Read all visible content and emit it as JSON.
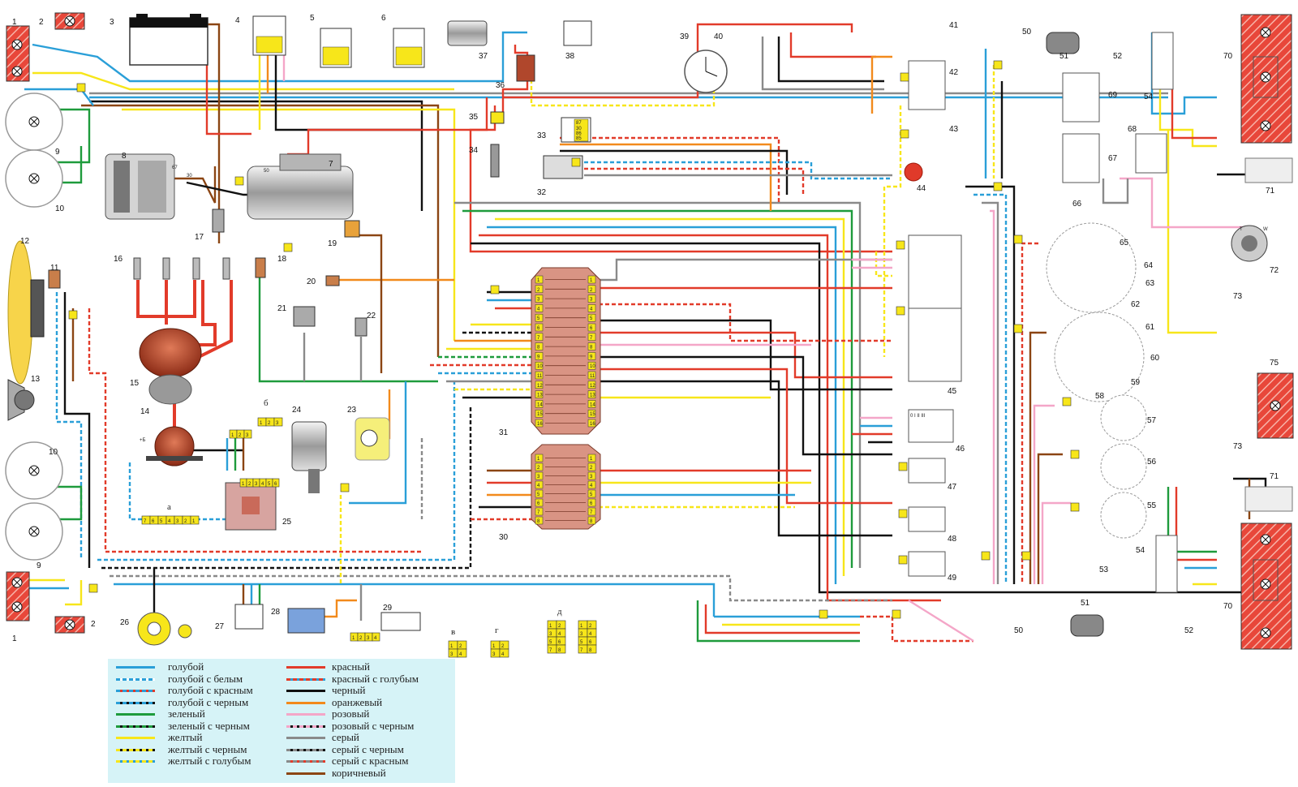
{
  "legend_left": [
    {
      "label": "голубой",
      "colors": [
        "#2a9fd8"
      ],
      "pattern": "solid"
    },
    {
      "label": "голубой с белым",
      "colors": [
        "#2a9fd8",
        "#ffffff"
      ],
      "pattern": "dash"
    },
    {
      "label": "голубой с красным",
      "colors": [
        "#2a9fd8",
        "#e23b2a"
      ],
      "pattern": "dash"
    },
    {
      "label": "голубой с черным",
      "colors": [
        "#2a9fd8",
        "#111111"
      ],
      "pattern": "dash"
    },
    {
      "label": "зеленый",
      "colors": [
        "#1e9b3c"
      ],
      "pattern": "solid"
    },
    {
      "label": "зеленый с черным",
      "colors": [
        "#1e9b3c",
        "#111111"
      ],
      "pattern": "dash"
    },
    {
      "label": "желтый",
      "colors": [
        "#f7e61a"
      ],
      "pattern": "solid"
    },
    {
      "label": "желтый с черным",
      "colors": [
        "#f7e61a",
        "#111111"
      ],
      "pattern": "dash"
    },
    {
      "label": "желтый с голубым",
      "colors": [
        "#f7e61a",
        "#2a9fd8"
      ],
      "pattern": "dash"
    }
  ],
  "legend_right": [
    {
      "label": "красный",
      "colors": [
        "#e23b2a"
      ],
      "pattern": "solid"
    },
    {
      "label": "красный с голубым",
      "colors": [
        "#e23b2a",
        "#2a9fd8"
      ],
      "pattern": "dash"
    },
    {
      "label": "черный",
      "colors": [
        "#111111"
      ],
      "pattern": "solid"
    },
    {
      "label": "оранжевый",
      "colors": [
        "#f28a1c"
      ],
      "pattern": "solid"
    },
    {
      "label": "розовый",
      "colors": [
        "#f4a6c8"
      ],
      "pattern": "solid"
    },
    {
      "label": "розовый с черным",
      "colors": [
        "#f4a6c8",
        "#111111"
      ],
      "pattern": "dash"
    },
    {
      "label": "серый",
      "colors": [
        "#8a8a8a"
      ],
      "pattern": "solid"
    },
    {
      "label": "серый с черным",
      "colors": [
        "#8a8a8a",
        "#111111"
      ],
      "pattern": "dash"
    },
    {
      "label": "серый с красным",
      "colors": [
        "#8a8a8a",
        "#e23b2a"
      ],
      "pattern": "dash"
    },
    {
      "label": "коричневый",
      "colors": [
        "#8b4513"
      ],
      "pattern": "solid"
    }
  ],
  "block31_pins": [
    "1",
    "2",
    "3",
    "4",
    "5",
    "6",
    "7",
    "8",
    "9",
    "10",
    "11",
    "12",
    "13",
    "14",
    "15",
    "16"
  ],
  "block30_pins": [
    "1",
    "2",
    "3",
    "4",
    "5",
    "6",
    "7",
    "8"
  ],
  "connector_a_pins": [
    "7",
    "6",
    "5",
    "4",
    "3",
    "2",
    "1"
  ],
  "connector_b_pins": [
    "1",
    "2",
    "3"
  ],
  "connector_v_pins": [
    "1",
    "2",
    "3",
    "4"
  ],
  "connector_g_pins": [
    "1",
    "2",
    "3",
    "4"
  ],
  "connector_d_pins": [
    "1",
    "2",
    "3",
    "4",
    "5",
    "6",
    "7",
    "8"
  ],
  "relay_pins": [
    "87",
    "30",
    "86",
    "85"
  ],
  "letters": {
    "a": "а",
    "b": "б",
    "v": "в",
    "g": "г",
    "d": "д"
  },
  "connector_labels": {
    "n67": "67",
    "n30": "30",
    "n50": "50",
    "n6": "+Б"
  },
  "ignition_positions": "0 I II III",
  "gauge_labels": {
    "t": "T",
    "w": "W"
  },
  "component_numbers": [
    "1",
    "2",
    "3",
    "4",
    "5",
    "6",
    "7",
    "8",
    "9",
    "10",
    "11",
    "12",
    "13",
    "14",
    "15",
    "16",
    "17",
    "18",
    "19",
    "20",
    "21",
    "22",
    "23",
    "24",
    "25",
    "26",
    "27",
    "28",
    "29",
    "30",
    "31",
    "32",
    "33",
    "34",
    "35",
    "36",
    "37",
    "38",
    "39",
    "40",
    "41",
    "42",
    "43",
    "44",
    "45",
    "46",
    "47",
    "48",
    "49",
    "50",
    "51",
    "52",
    "53",
    "54",
    "55",
    "56",
    "57",
    "58",
    "59",
    "60",
    "61",
    "62",
    "63",
    "64",
    "65",
    "66",
    "67",
    "68",
    "69",
    "70",
    "71",
    "72",
    "73",
    "75"
  ]
}
